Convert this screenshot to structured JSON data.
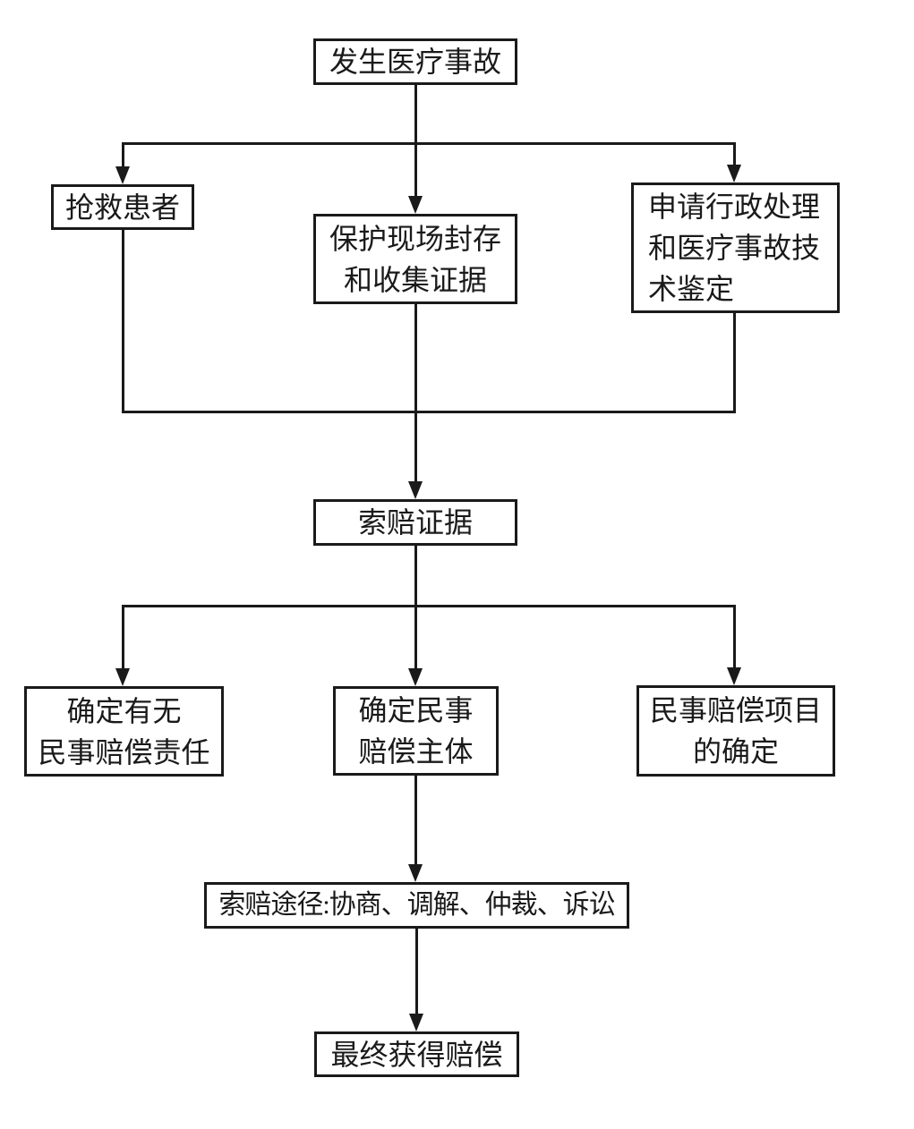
{
  "diagram": {
    "type": "flowchart",
    "language": "zh-CN",
    "colors": {
      "line": "#1a1a1a",
      "background": "#ffffff"
    },
    "nodes": {
      "accident": {
        "label": "发生医疗事故"
      },
      "rescue": {
        "label": "抢救患者"
      },
      "protect_scene": {
        "label": "保护现场封存\n和收集证据"
      },
      "apply_admin": {
        "label": "申请行政处理\n和医疗事故技\n术鉴定"
      },
      "claim_evidence": {
        "label": "索赔证据"
      },
      "determine_liability": {
        "label": "确定有无\n民事赔偿责任"
      },
      "determine_subject": {
        "label": "确定民事\n赔偿主体"
      },
      "determine_items": {
        "label": "民事赔偿项目\n的确定"
      },
      "claim_channels": {
        "label": "索赔途径:协商、调解、仲裁、诉讼"
      },
      "final_compensation": {
        "label": "最终获得赔偿"
      }
    },
    "edges": [
      "发生医疗事故 -> 抢救患者",
      "发生医疗事故 -> 保护现场封存和收集证据",
      "发生医疗事故 -> 申请行政处理和医疗事故技术鉴定",
      "抢救患者 -> 索赔证据",
      "保护现场封存和收集证据 -> 索赔证据",
      "申请行政处理和医疗事故技术鉴定 -> 索赔证据",
      "索赔证据 -> 确定有无民事赔偿责任",
      "索赔证据 -> 确定民事赔偿主体",
      "索赔证据 -> 民事赔偿项目的确定",
      "确定民事赔偿主体 -> 索赔途径:协商、调解、仲裁、诉讼",
      "索赔途径:协商、调解、仲裁、诉讼 -> 最终获得赔偿"
    ]
  }
}
